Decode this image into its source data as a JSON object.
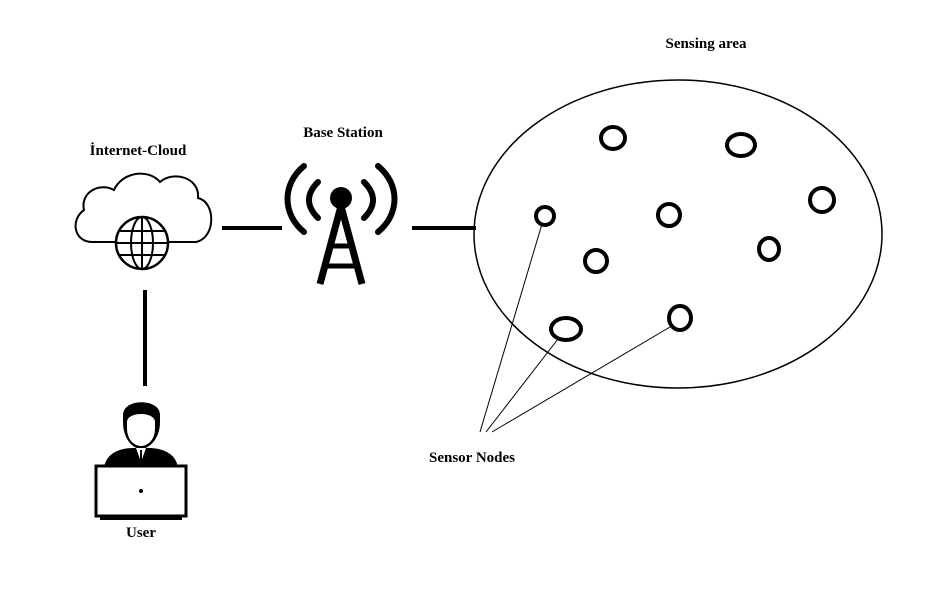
{
  "labels": {
    "internet_cloud": "İnternet-Cloud",
    "base_station": "Base Station",
    "sensing_area": "Sensing area",
    "sensor_nodes": "Sensor Nodes",
    "user": "User"
  },
  "colors": {
    "ink": "#000000",
    "background": "#ffffff"
  },
  "icons": [
    "cloud-globe-icon",
    "radio-tower-icon",
    "user-laptop-icon"
  ]
}
